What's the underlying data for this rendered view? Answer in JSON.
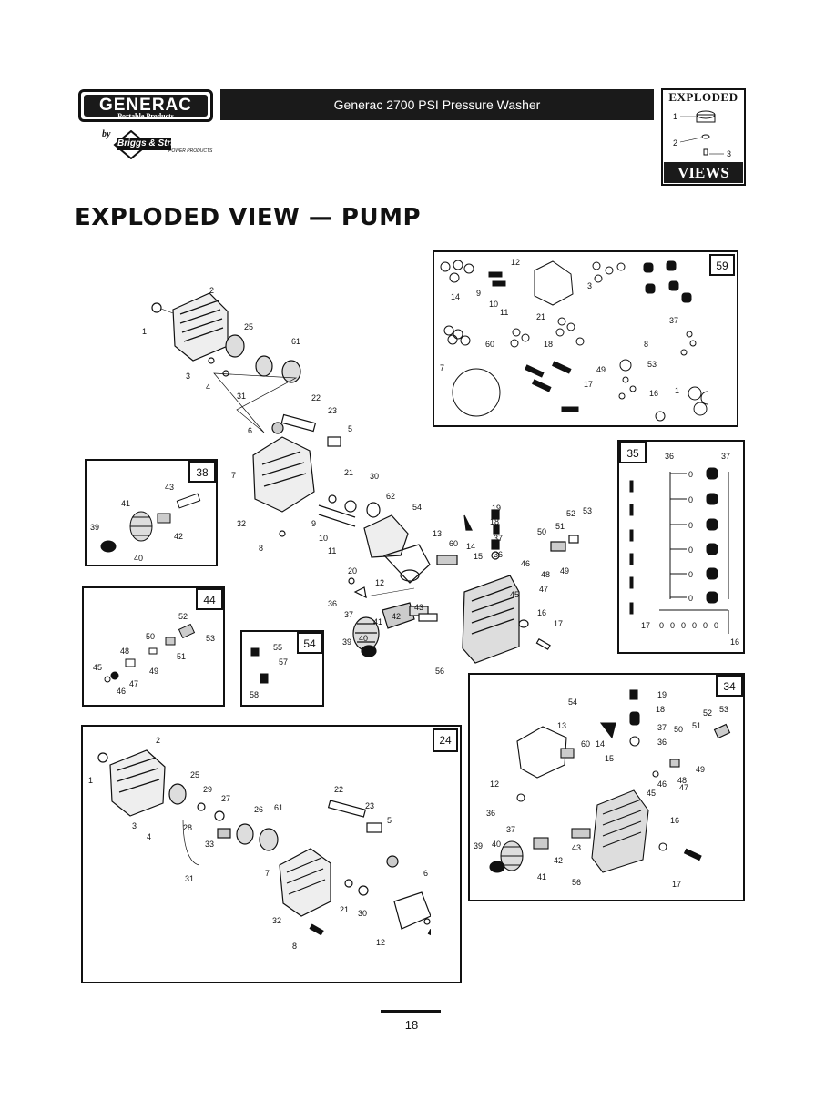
{
  "header": {
    "brand": "GENERAC",
    "brand_sub": "Portable Products",
    "by": "by",
    "partner": "Briggs & Stratton",
    "partner_sub": "POWER PRODUCTS",
    "title": "Generac 2700 PSI Pressure Washer",
    "badge_top": "EXPLODED",
    "badge_bottom": "VIEWS",
    "badge_callouts": [
      "1",
      "2",
      "3"
    ]
  },
  "heading": "EXPLODED VIEW — PUMP",
  "panels": {
    "p59": "59",
    "p38": "38",
    "p35": "35",
    "p44": "44",
    "p54": "54",
    "p24": "24",
    "p34": "34"
  },
  "page_number": "18",
  "icons": [
    "pump-part-icon",
    "bolt-icon",
    "oring-icon",
    "valve-icon",
    "manifold-icon",
    "crankcase-icon",
    "bearing-icon",
    "spring-icon"
  ]
}
